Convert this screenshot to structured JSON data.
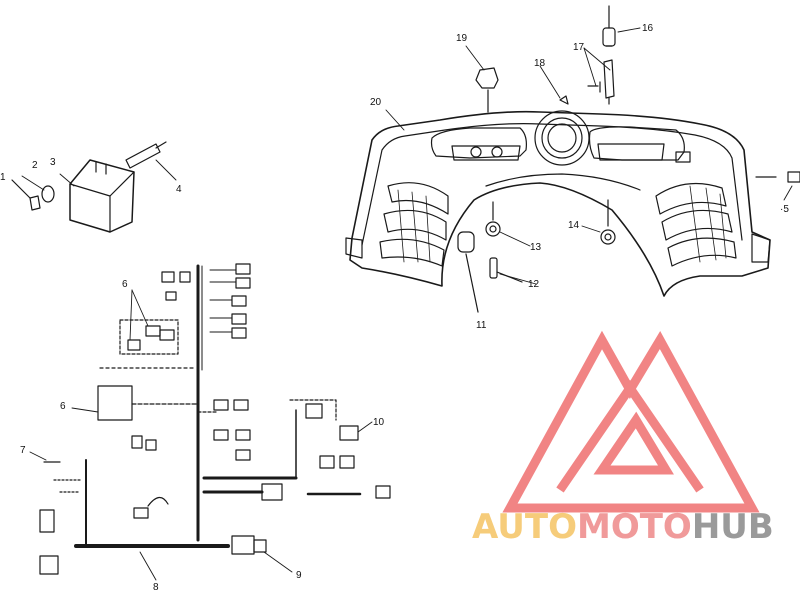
{
  "callouts": {
    "c1": "1",
    "c2": "2",
    "c3": "3",
    "c4": "4",
    "c5": "5",
    "c6a": "6",
    "c6b": "6",
    "c7": "7",
    "c8": "8",
    "c9": "9",
    "c10": "10",
    "c11": "11",
    "c12": "12",
    "c13": "13",
    "c14": "14",
    "c16": "16",
    "c17": "17",
    "c18": "18",
    "c19": "19",
    "c20": "20"
  },
  "watermark": {
    "part1": "AUTO",
    "part2": "MOTO",
    "part3": "HUB",
    "colors": {
      "auto": "#f6cc7a",
      "moto": "#f09a9a",
      "hub": "#9a9a9a",
      "logo": "#ef6f6f"
    }
  }
}
